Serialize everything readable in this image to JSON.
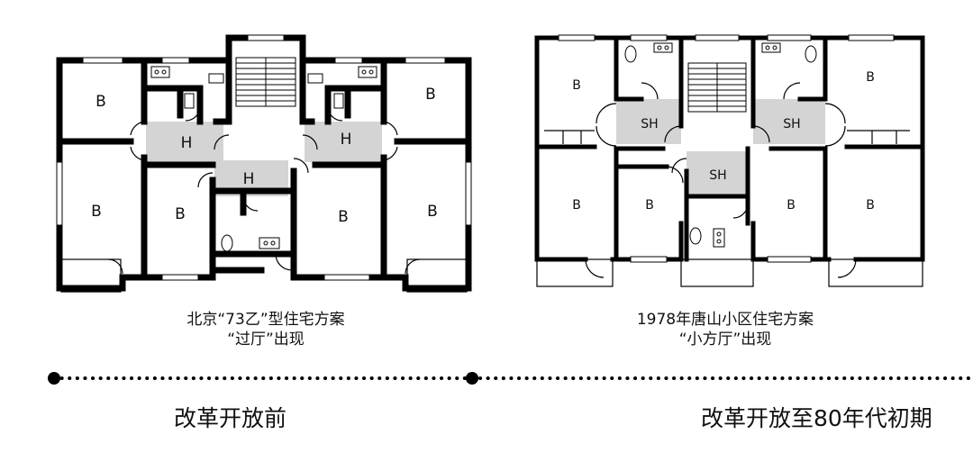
{
  "plan_left": {
    "caption_line1": "北京“73乙”型住宅方案",
    "caption_line2": "“过厅”出现",
    "room_labels": [
      "B",
      "B",
      "H",
      "H",
      "H",
      "B",
      "B",
      "B",
      "B"
    ]
  },
  "plan_right": {
    "caption_line1": "1978年唐山小区住宅方案",
    "caption_line2": "“小方厅”出现",
    "room_labels": [
      "B",
      "SH",
      "SH",
      "B",
      "SH",
      "B",
      "B",
      "B",
      "B"
    ]
  },
  "timeline": {
    "label_left": "改革开放前",
    "label_right": "改革开放至80年代初期"
  },
  "colors": {
    "wall": "#000000",
    "hall_fill": "#d4d4d4",
    "line": "#000000"
  }
}
